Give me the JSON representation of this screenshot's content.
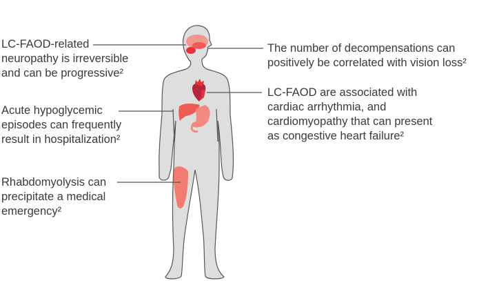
{
  "annotations": {
    "neuropathy": [
      "LC-FAOD-related",
      "neuropathy is irreversible",
      "and can be progressive²"
    ],
    "hypoglycemia": [
      "Acute hypoglycemic",
      "episodes can frequently",
      "result in hospitalization²"
    ],
    "rhabdomyolysis": [
      "Rhabdomyolysis can",
      "precipitate a medical",
      "emergency²"
    ],
    "vision": [
      "The number of decompensations can",
      "positively be correlated with vision loss²"
    ],
    "cardiac": [
      "LC-FAOD are associated with",
      "cardiac arrhythmia, and",
      "cardiomyopathy that can present",
      "as congestive heart failure²"
    ]
  },
  "colors": {
    "body": "#dedede",
    "outline": "#555555",
    "brain": "#f2978c",
    "heart": "#b3263b",
    "liver": "#ee5b55",
    "stomach": "#f38a80",
    "muscle": "#f27c70"
  }
}
